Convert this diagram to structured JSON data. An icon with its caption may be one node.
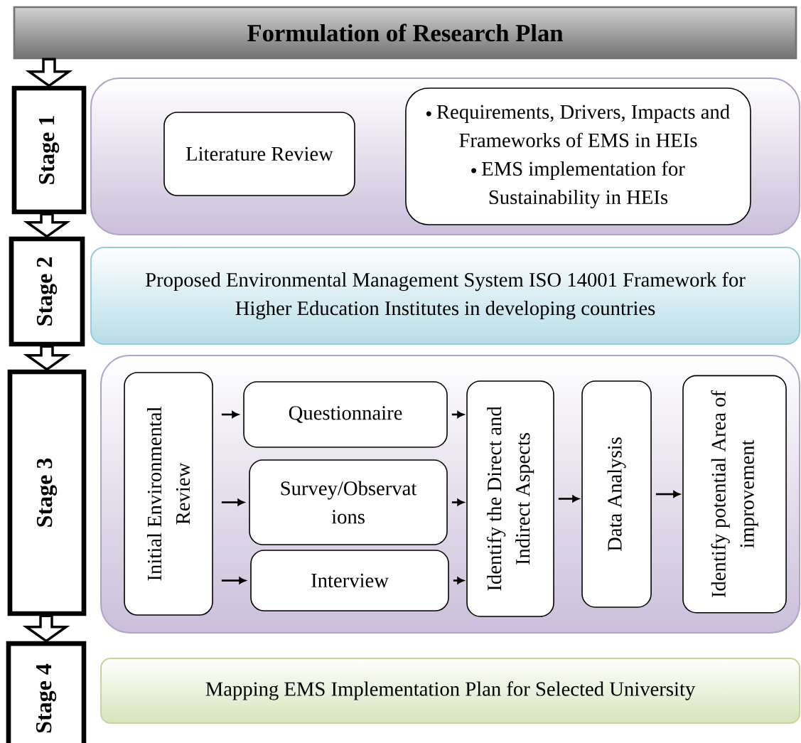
{
  "diagram": {
    "nodes": [
      {
        "text": [
          "Formulation of Research Plan"
        ]
      },
      {
        "text": [
          "Stage 1"
        ]
      },
      {
        "text": [],
        "shape": "box"
      },
      {
        "text": [
          "Literature Review"
        ],
        "in": 2
      },
      {
        "text": [
          "Requirements, Drivers, Impacts and Frameworks of EMS in HEIs",
          "EMS implementation for Sustainability in HEIs"
        ],
        "in": 2
      },
      {
        "text": [
          "Stage 2"
        ]
      },
      {
        "text": [
          "Proposed Environmental Management System ISO 14001 Framework for Higher Education Institutes in developing countries"
        ]
      },
      {
        "text": [
          "Stage 3"
        ]
      },
      {
        "text": [],
        "shape": "box"
      },
      {
        "text": [
          "Initial Environmental Review"
        ],
        "in": 8
      },
      {
        "text": [
          "Questionnaire"
        ],
        "in": 8
      },
      {
        "text": [
          "Survey/Observat ions"
        ],
        "in": 8
      },
      {
        "text": [
          "Interview"
        ],
        "in": 8
      },
      {
        "text": [
          "Identify the Direct and Indirect Aspects"
        ],
        "in": 8
      },
      {
        "text": [
          "Data Analysis"
        ],
        "in": 8
      },
      {
        "text": [
          "Identify potential Area of improvement"
        ],
        "in": 8
      },
      {
        "text": [
          "Stage 4"
        ]
      },
      {
        "text": [
          "Mapping EMS Implementation Plan for Selected University"
        ]
      }
    ],
    "edges": [
      {
        "from": 0,
        "to": 1,
        "arrow": "to",
        "style": "thick"
      },
      {
        "from": 1,
        "to": 5,
        "arrow": "to",
        "style": "thick"
      },
      {
        "from": 5,
        "to": 7,
        "arrow": "to",
        "style": "thick"
      },
      {
        "from": 7,
        "to": 16,
        "arrow": "to",
        "style": "thick"
      },
      {
        "from": 9,
        "to": 10,
        "arrow": "to"
      },
      {
        "from": 9,
        "to": 11,
        "arrow": "to"
      },
      {
        "from": 9,
        "to": 12,
        "arrow": "to"
      },
      {
        "from": 10,
        "to": 13,
        "arrow": "to"
      },
      {
        "from": 11,
        "to": 13,
        "arrow": "to"
      },
      {
        "from": 12,
        "to": 13,
        "arrow": "to"
      },
      {
        "from": 13,
        "to": 14,
        "arrow": "to"
      },
      {
        "from": 14,
        "to": 15,
        "arrow": "to"
      }
    ]
  }
}
